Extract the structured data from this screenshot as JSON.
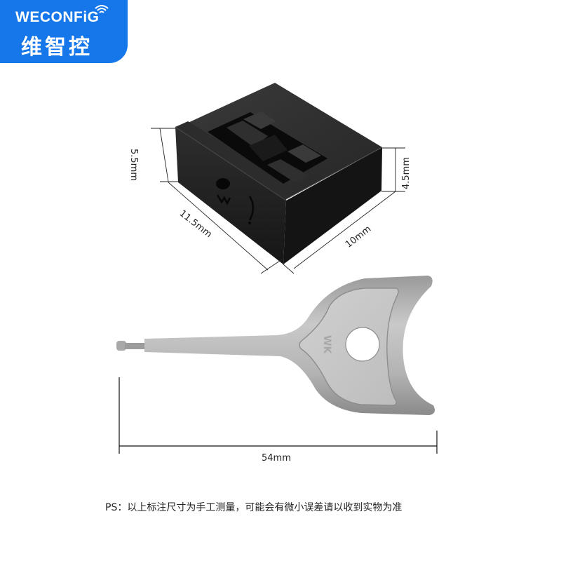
{
  "logo": {
    "brand_en": "WECONFiG",
    "brand_cn": "维智控",
    "icon": "wifi-icon",
    "background": "#1677ea"
  },
  "product": {
    "block": {
      "name": "lock-block",
      "color": "#1c1c1c",
      "dimensions": {
        "height_left": "5.5mm",
        "height_right": "4.5mm",
        "length": "11.5mm",
        "width": "10mm"
      }
    },
    "key": {
      "name": "removal-key",
      "color": "#b9b9b9",
      "engraving": "WK",
      "dimensions": {
        "length": "54mm"
      }
    }
  },
  "note": "PS：以上标注尺寸为手工测量，可能会有微小误差请以收到实物为准"
}
